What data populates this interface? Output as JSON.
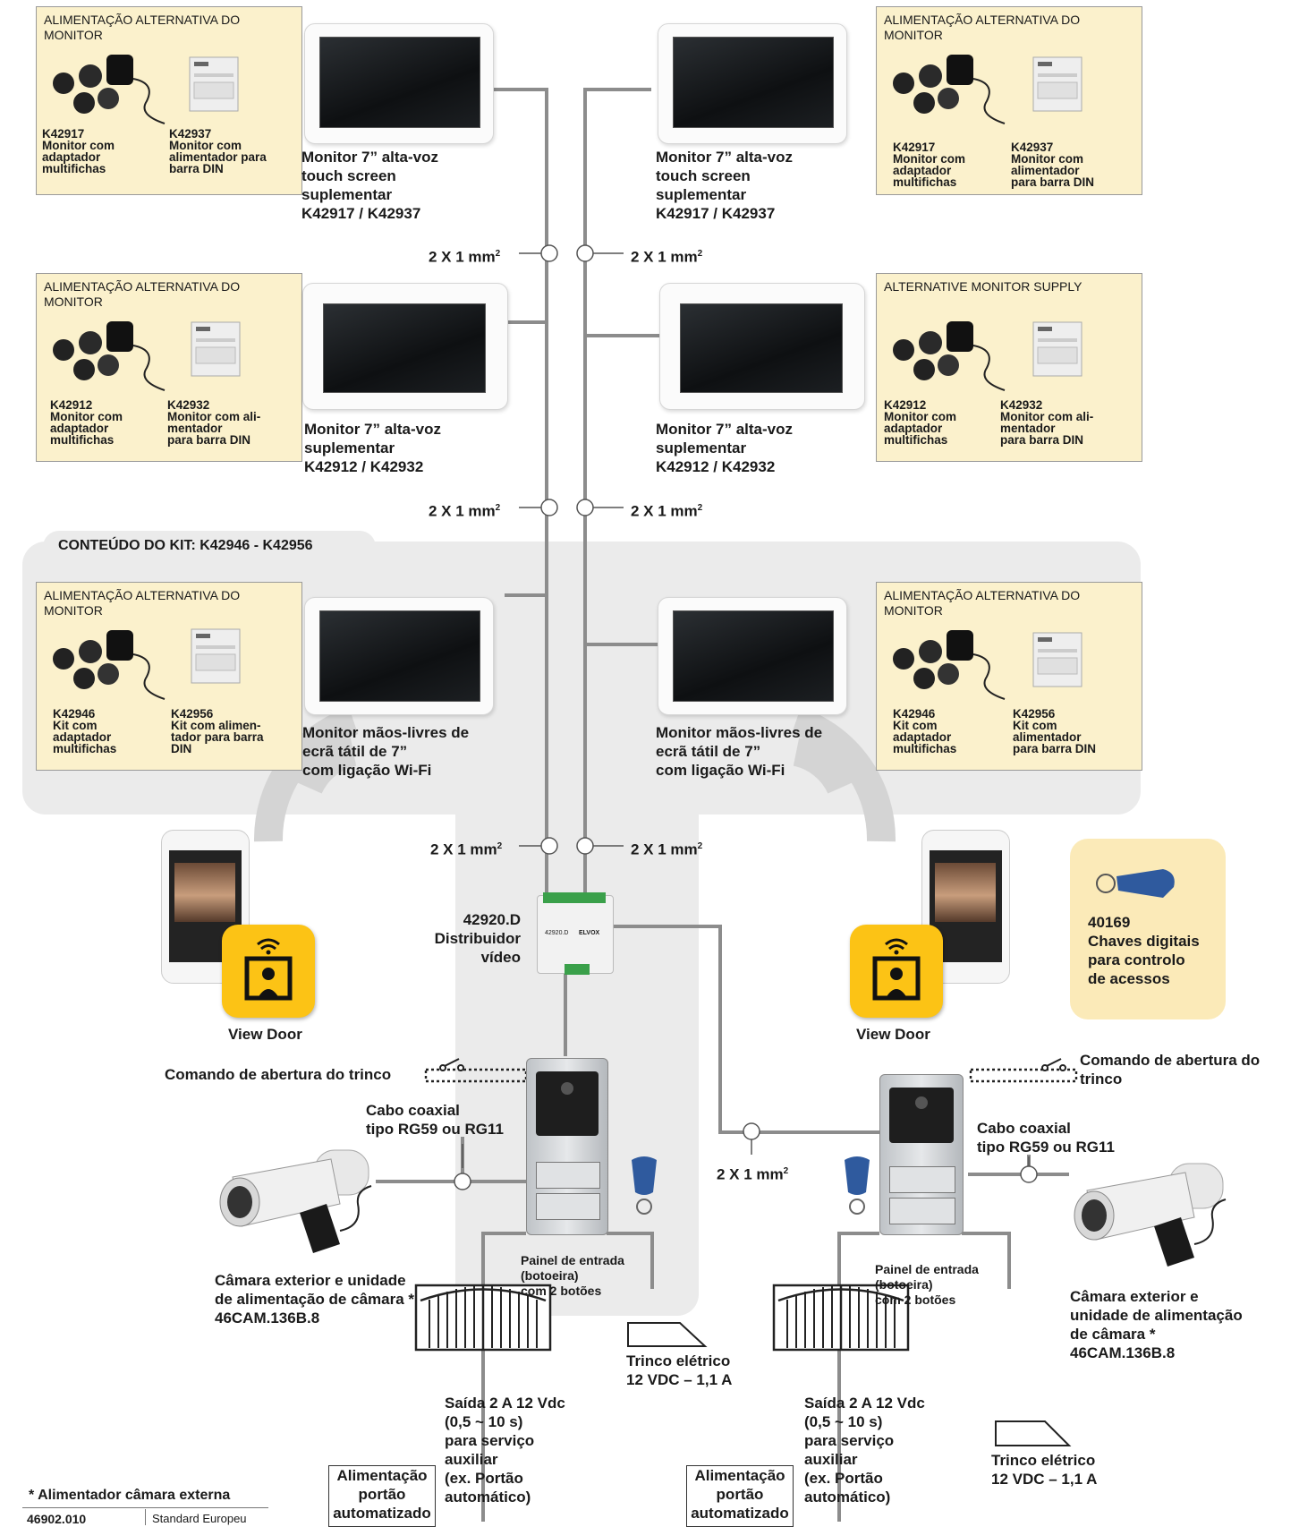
{
  "kit": {
    "title": "CONTEÚDO DO KIT: K42946 - K42956"
  },
  "supplies": {
    "tl": {
      "title1": "ALIMENTAÇÃO ALTERNATIVA DO",
      "title2": "MONITOR",
      "a": [
        "K42917",
        "Monitor com",
        "adaptador",
        "multifichas"
      ],
      "b": [
        "K42937",
        "Monitor com",
        "alimentador para",
        "barra DIN"
      ]
    },
    "tr": {
      "title1": "ALIMENTAÇÃO ALTERNATIVA DO",
      "title2": "MONITOR",
      "a": [
        "K42917",
        "Monitor com",
        "adaptador",
        "multifichas"
      ],
      "b": [
        "K42937",
        "Monitor com",
        "alimentador",
        "para barra DIN"
      ]
    },
    "ml": {
      "title1": "ALIMENTAÇÃO ALTERNATIVA DO",
      "title2": "MONITOR",
      "a": [
        "K42912",
        "Monitor com",
        "adaptador",
        "multifichas"
      ],
      "b": [
        "K42932",
        "Monitor com ali-",
        "mentador",
        "para barra DIN"
      ]
    },
    "mr": {
      "title1": "ALTERNATIVE MONITOR SUPPLY",
      "title2": "",
      "a": [
        "K42912",
        "Monitor com",
        "adaptador",
        "multifichas"
      ],
      "b": [
        "K42932",
        "Monitor com ali-",
        "mentador",
        "para barra DIN"
      ]
    },
    "bl": {
      "title1": "ALIMENTAÇÃO ALTERNATIVA DO",
      "title2": "MONITOR",
      "a": [
        "K42946",
        "Kit com",
        "adaptador",
        "multifichas"
      ],
      "b": [
        "K42956",
        "Kit com alimen-",
        "tador para barra",
        "DIN"
      ]
    },
    "br": {
      "title1": "ALIMENTAÇÃO ALTERNATIVA DO",
      "title2": "MONITOR",
      "a": [
        "K42946",
        "Kit com",
        "adaptador",
        "multifichas"
      ],
      "b": [
        "K42956",
        "Kit com",
        "alimentador",
        "para barra DIN"
      ]
    }
  },
  "monitors": {
    "row1_left": [
      "Monitor 7” alta-voz",
      "touch screen",
      "suplementar",
      "K42917 / K42937"
    ],
    "row1_right": [
      "Monitor 7” alta-voz",
      "touch screen",
      "suplementar",
      "K42917 / K42937"
    ],
    "row2_left": [
      "Monitor 7” alta-voz",
      "suplementar",
      "K42912 / K42932"
    ],
    "row2_right": [
      "Monitor 7” alta-voz",
      "suplementar",
      "K42912 / K42932"
    ],
    "row3_left": [
      "Monitor mãos-livres de",
      "ecrã tátil de 7”",
      "com ligação Wi-Fi"
    ],
    "row3_right": [
      "Monitor mãos-livres de",
      "ecrã tátil de 7”",
      "com ligação Wi-Fi"
    ]
  },
  "cable": "2 X 1 mm",
  "cable_sup": "2",
  "distributor": [
    "42920.D",
    "Distribuidor",
    "vídeo"
  ],
  "distributor_device": {
    "brand": "ELVOX",
    "model": "42920.D"
  },
  "app": {
    "name": "View Door"
  },
  "keys": [
    "40169",
    "Chaves digitais",
    "para controlo",
    "de acessos"
  ],
  "lock_cmd_left": "Comando de abertura do trinco",
  "lock_cmd_right": [
    "Comando de abertura do",
    "trinco"
  ],
  "coax": [
    "Cabo coaxial",
    "tipo RG59 ou RG11"
  ],
  "camera": {
    "left": [
      "Câmara exterior e unidade",
      "de alimentação de câmara *",
      "46CAM.136B.8"
    ],
    "right": [
      "Câmara exterior e",
      "unidade de alimentação",
      "de câmara *",
      "46CAM.136B.8"
    ]
  },
  "panel": {
    "left": [
      "Painel de entrada",
      "(botoeira)",
      "com 2 botões"
    ],
    "right": [
      "Painel de entrada",
      "(botoeira)",
      "com 2 botões"
    ]
  },
  "output": [
    "Saída 2 A 12 Vdc",
    "(0,5 ~ 10 s)",
    "para serviço",
    "auxiliar",
    "(ex. Portão",
    "automático)"
  ],
  "lock": [
    "Trinco elétrico",
    "12 VDC – 1,1 A"
  ],
  "gate_power": [
    "Alimentação",
    "portão",
    "automatizado"
  ],
  "footnote": {
    "title": "* Alimentador câmara externa",
    "code": "46902.010",
    "desc": "Standard Europeu"
  }
}
